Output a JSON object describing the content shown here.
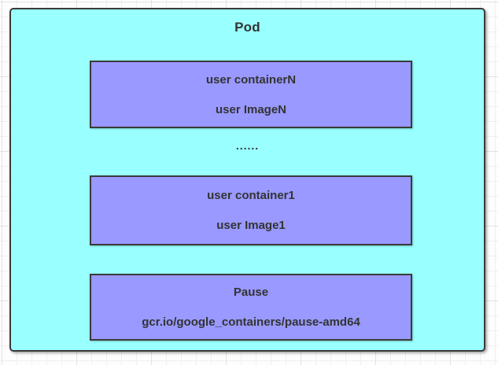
{
  "diagram": {
    "pod": {
      "title": "Pod",
      "ellipsis": "......",
      "containers": [
        {
          "name": "user containerN",
          "image": "user ImageN"
        },
        {
          "name": "user container1",
          "image": "user Image1"
        },
        {
          "name": "Pause",
          "image": "gcr.io/google_containers/pause-amd64"
        }
      ]
    },
    "colors": {
      "pod_fill": "#99ffff",
      "container_fill": "#9999ff",
      "border": "#3a3a3a",
      "text": "#333333",
      "grid_line": "#efefef",
      "grid_line_coarse": "#e2e2e2",
      "canvas_bg": "#fdfdfd"
    }
  }
}
